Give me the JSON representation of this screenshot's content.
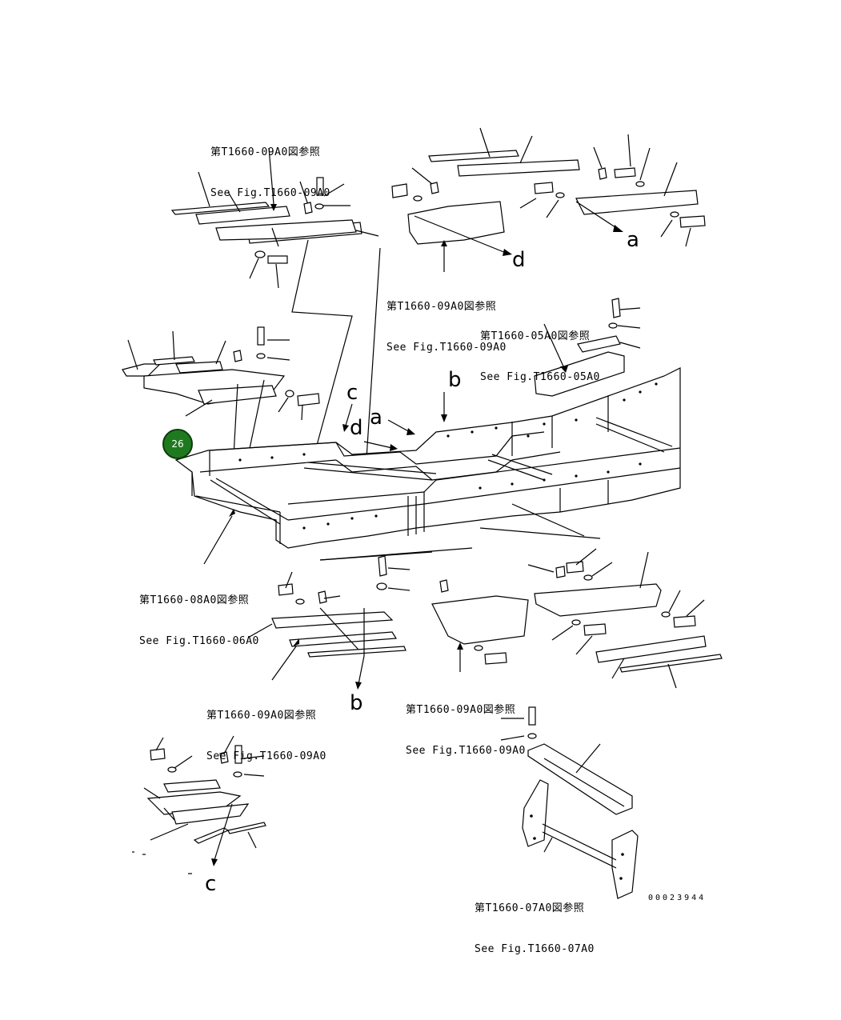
{
  "references": {
    "fig_09a0_top": {
      "jp": "第T1660-09A0図参照",
      "en": "See Fig.T1660-09A0"
    },
    "fig_09a0_mid": {
      "jp": "第T1660-09A0図参照",
      "en": "See Fig.T1660-09A0"
    },
    "fig_05a0": {
      "jp": "第T1660-05A0図参照",
      "en": "See Fig.T1660-05A0"
    },
    "fig_08a0": {
      "jp": "第T1660-08A0図参照",
      "en": "See Fig.T1660-06A0"
    },
    "fig_09a0_bottom_left": {
      "jp": "第T1660-09A0図参照",
      "en": "See Fig.T1660-09A0"
    },
    "fig_09a0_bottom_mid": {
      "jp": "第T1660-09A0図参照",
      "en": "See Fig.T1660-09A0"
    },
    "fig_07a0": {
      "jp": "第T1660-07A0図参照",
      "en": "See Fig.T1660-07A0"
    }
  },
  "callouts": {
    "a_top": "a",
    "d_top": "d",
    "b_main": "b",
    "c_main": "c",
    "d_main": "d",
    "a_main": "a",
    "b_bottom": "b",
    "c_bottom": "c"
  },
  "badge": {
    "label": "26",
    "color": "#1f7a1f"
  },
  "document_number": "00023944"
}
